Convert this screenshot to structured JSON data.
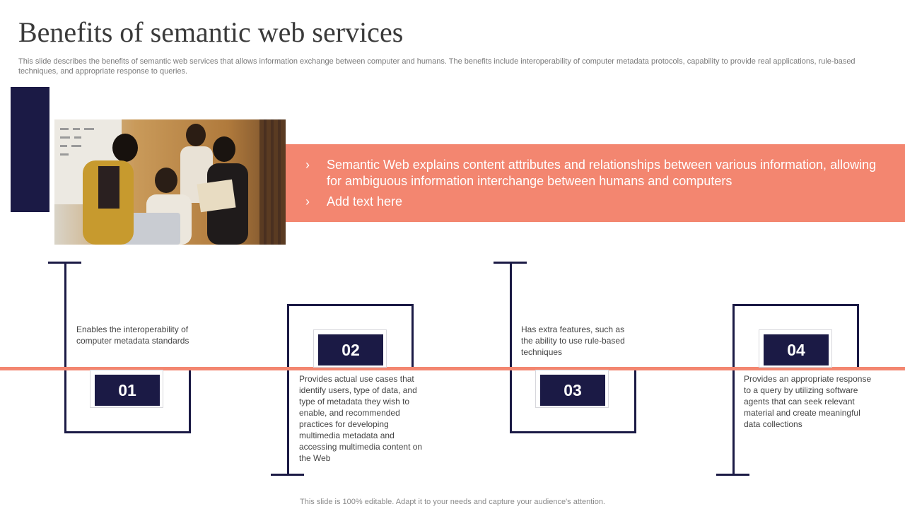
{
  "title": "Benefits of semantic web services",
  "subtitle": "This slide describes the benefits of semantic web services that allows information exchange between computer and humans. The benefits include interoperability of computer metadata protocols, capability to provide real applications, rule-based techniques, and appropriate response to queries.",
  "colors": {
    "navy": "#1b1a45",
    "coral": "#f38670",
    "text": "#444444"
  },
  "banner": {
    "bullet_glyph": "›",
    "bullets": [
      "Semantic Web explains content attributes and relationships between various information, allowing for ambiguous information interchange between humans and computers",
      "Add text here"
    ]
  },
  "steps": [
    {
      "number": "01",
      "text": "Enables the interoperability of computer metadata standards"
    },
    {
      "number": "02",
      "text": "Provides actual use cases that identify users, type of data, and type of metadata they wish to enable, and recommended practices for developing multimedia metadata and accessing multimedia content on the Web"
    },
    {
      "number": "03",
      "text": "Has extra features, such as the ability to use rule-based techniques"
    },
    {
      "number": "04",
      "text": "Provides an appropriate response to a query by utilizing software agents that can seek relevant material and create meaningful data collections"
    }
  ],
  "footer": "This slide is 100% editable. Adapt it to your needs and capture your audience's attention."
}
